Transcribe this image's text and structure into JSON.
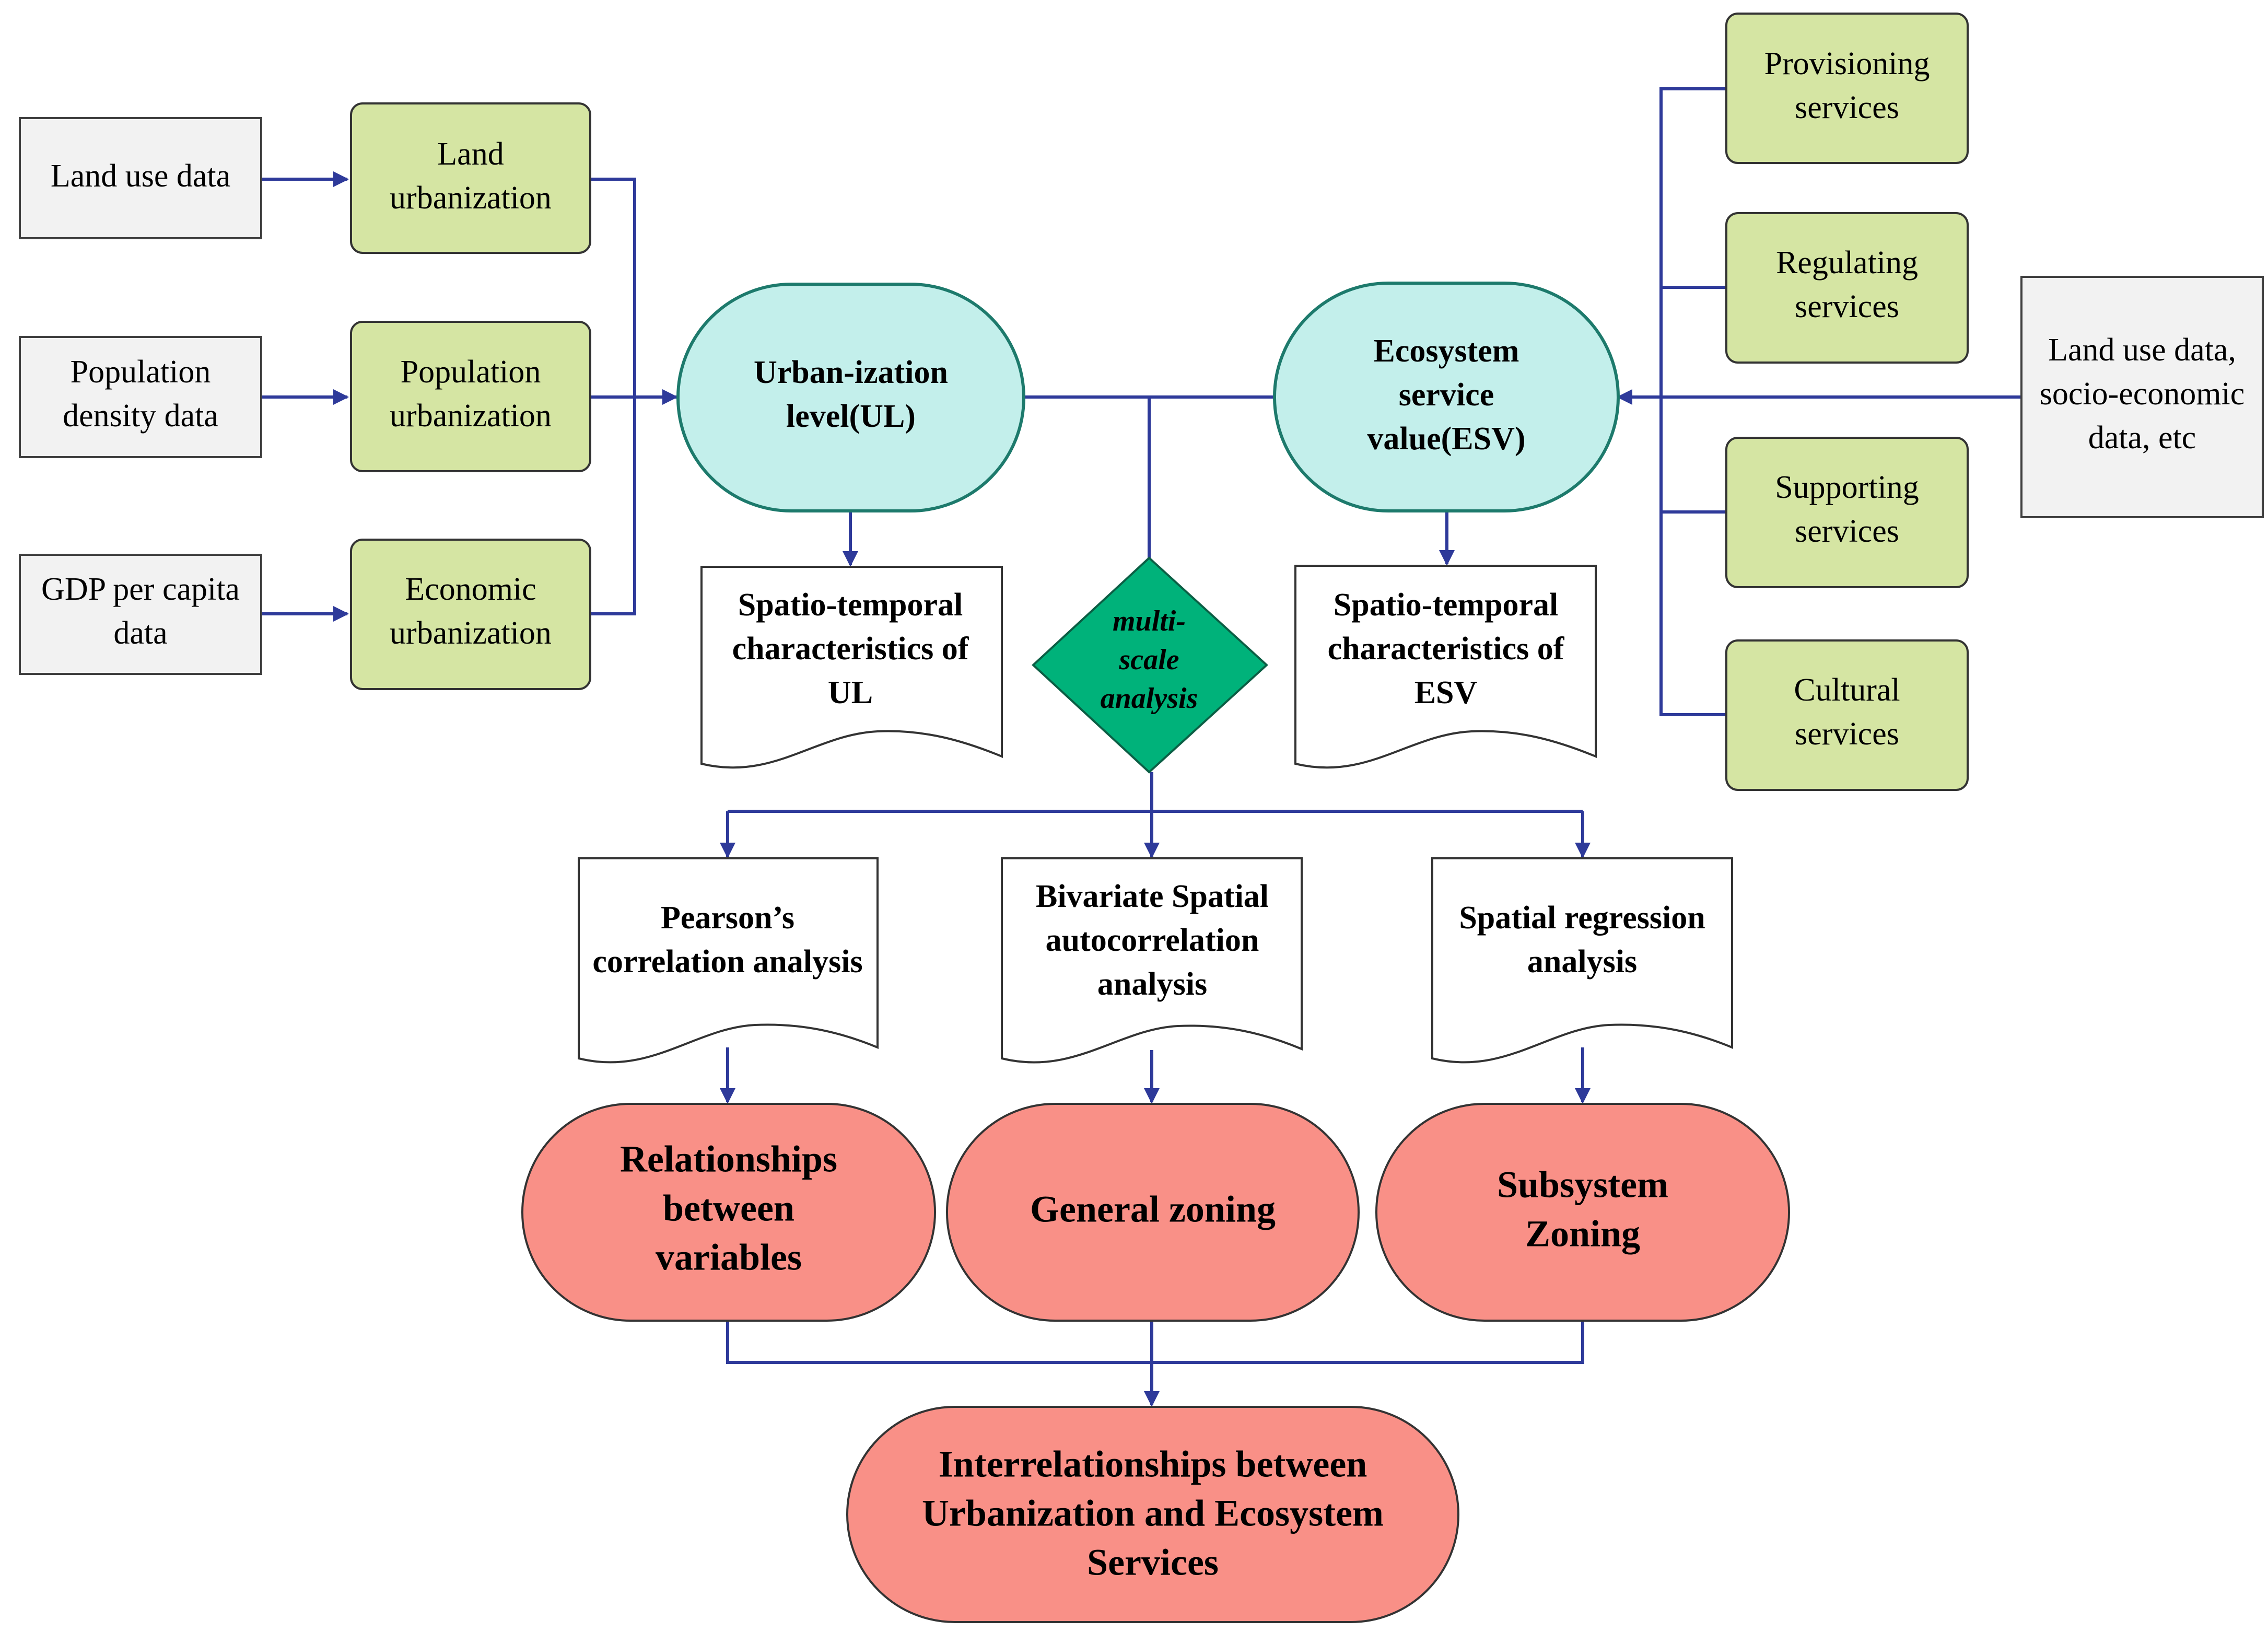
{
  "colors": {
    "gray_fill": "#f2f2f2",
    "green_fill": "#d5e5a3",
    "teal_fill": "#c3efeb",
    "teal_stroke": "#1d7a6c",
    "diamond_fill": "#00b27a",
    "salmon_fill": "#f99087",
    "connector": "#2e3a9a"
  },
  "inputs": {
    "land_use": [
      "Land use data"
    ],
    "population_density": [
      "Population",
      "density data"
    ],
    "gdp": [
      "GDP per capita",
      "data"
    ],
    "land_use_socio": [
      "Land use data,",
      "socio-economic",
      "data, etc"
    ]
  },
  "urbanization_types": {
    "land": [
      "Land",
      "urbanization"
    ],
    "population": [
      "Population",
      "urbanization"
    ],
    "economic": [
      "Economic",
      "urbanization"
    ]
  },
  "services": {
    "provisioning": [
      "Provisioning",
      "services"
    ],
    "regulating": [
      "Regulating",
      "services"
    ],
    "supporting": [
      "Supporting",
      "services"
    ],
    "cultural": [
      "Cultural",
      "services"
    ]
  },
  "core": {
    "ul": [
      "Urban-ization",
      "level(UL)"
    ],
    "esv": [
      "Ecosystem",
      "service",
      "value(ESV)"
    ]
  },
  "characteristics": {
    "ul": [
      "Spatio-temporal",
      "characteristics of",
      "UL"
    ],
    "esv": [
      "Spatio-temporal",
      "characteristics of",
      "ESV"
    ]
  },
  "multiscale": [
    "multi-",
    "scale",
    "analysis"
  ],
  "methods": {
    "pearson": [
      "Pearson’s",
      "correlation analysis"
    ],
    "bivariate": [
      "Bivariate Spatial",
      "autocorrelation",
      "analysis"
    ],
    "regression": [
      "Spatial regression",
      "analysis"
    ]
  },
  "outcomes": {
    "relationships": [
      "Relationships",
      "between",
      "variables"
    ],
    "general": [
      "General zoning"
    ],
    "subsystem": [
      "Subsystem",
      "Zoning"
    ]
  },
  "final": [
    "Interrelationships between",
    "Urbanization and Ecosystem",
    "Services"
  ]
}
